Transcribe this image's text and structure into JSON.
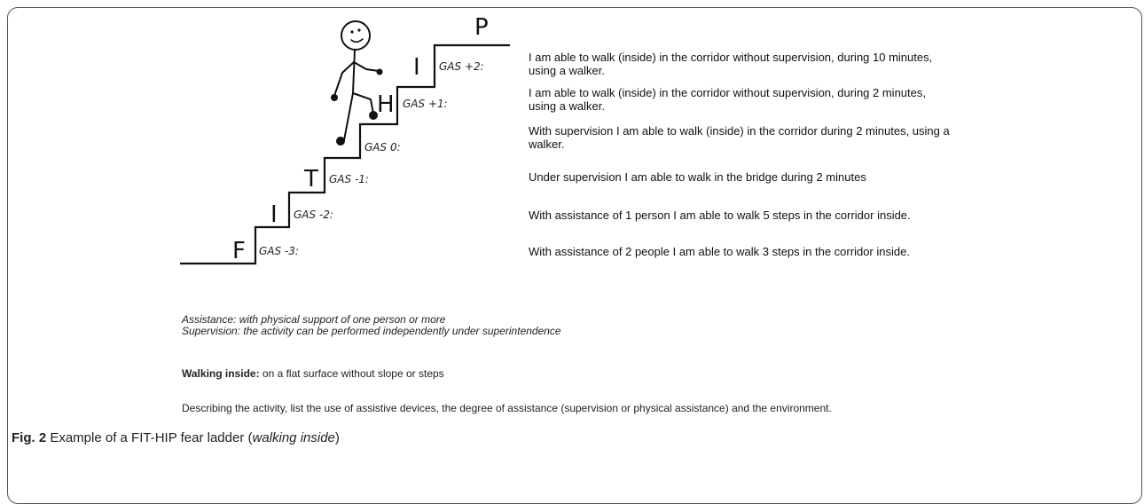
{
  "ladder": {
    "steps": [
      {
        "letter": "F",
        "gas": "GAS -3:",
        "description": "With assistance of 2 people I  am able to walk 3 steps in the corridor inside."
      },
      {
        "letter": "I",
        "gas": "GAS -2:",
        "description": "With assistance of 1 person I  am able to walk 5 steps in the corridor inside."
      },
      {
        "letter": "T",
        "gas": "GAS -1:",
        "description": "Under supervision I  am able to walk in the bridge during 2 minutes"
      },
      {
        "letter": "",
        "gas": "GAS 0:",
        "description": "With supervision I am able to walk (inside) in the corridor during 2 minutes, using  a walker."
      },
      {
        "letter": "H",
        "gas": "GAS +1:",
        "description": "I  am able to walk (inside) in the corridor without supervision, during 2 minutes, using  a walker."
      },
      {
        "letter": "I",
        "gas": "GAS +2:",
        "description": "I am able to walk (inside) in the corridor without supervision, during 10 minutes, using  a walker."
      },
      {
        "letter": "P",
        "gas": "",
        "description": ""
      }
    ]
  },
  "definitions": {
    "assistance": "Assistance: with physical support of one person or more",
    "supervision": "Supervision: the activity can be performed independently under superintendence",
    "walking_term": "Walking inside:",
    "walking_def": " on a flat surface without slope or steps",
    "instruction": "Describing the activity, list the use of assistive devices, the degree of assistance (supervision or physical assistance) and the environment."
  },
  "caption": {
    "label": "Fig. 2",
    "text_before": " Example of a FIT-HIP fear ladder (",
    "italic": "walking inside",
    "text_after": ")"
  }
}
